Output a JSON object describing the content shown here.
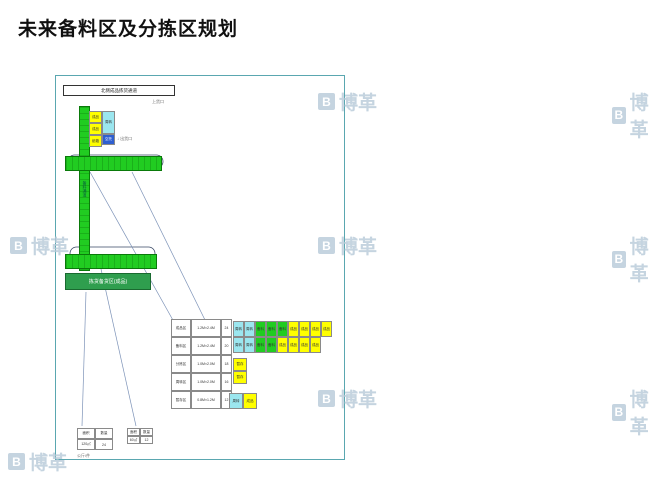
{
  "page": {
    "title": "未来备料区及分拣区规划"
  },
  "watermark": {
    "logo_letter": "B",
    "text": "博革"
  },
  "colors": {
    "green": "#21cc21",
    "dkgreen": "#2f9e4e",
    "yellow": "#ffff00",
    "cyan": "#9be6ef",
    "blue": "#2f5fd0",
    "wm": "#b6c9d8",
    "teal": "#5aa7b0"
  },
  "diagram": {
    "top_bar_label": "北侧成品拣货通道",
    "load_label": "上货口",
    "unload_label": "↓ 出货口",
    "v_area_label": "备料通道",
    "dark_bar_label": "拣货备货区(成品)",
    "blocks": {
      "yellow": [
        {
          "label": "成品",
          "color": "yellow"
        },
        {
          "label": "成品",
          "color": "yellow"
        },
        {
          "label": "纸箱",
          "color": "yellow"
        }
      ],
      "cyan_label": "周转",
      "blue_label": "空托"
    },
    "table": {
      "rows": [
        [
          "成品区",
          "1.2M×2.4M",
          "24"
        ],
        [
          "备料区",
          "1.2M×2.4M",
          "20"
        ],
        [
          "分拣区",
          "1.0M×2.0M",
          "18"
        ],
        [
          "周转区",
          "1.0M×2.0M",
          "16"
        ],
        [
          "暂存区",
          "0.8M×1.2M",
          "12"
        ]
      ]
    },
    "grid": {
      "rows": [
        {
          "cells": [
            {
              "label": "周转",
              "color": "cyan"
            },
            {
              "label": "周转",
              "color": "cyan"
            },
            {
              "label": "备料",
              "color": "green"
            },
            {
              "label": "备料",
              "color": "green"
            },
            {
              "label": "备料",
              "color": "green"
            },
            {
              "label": "成品",
              "color": "yellow"
            },
            {
              "label": "成品",
              "color": "yellow"
            },
            {
              "label": "成品",
              "color": "yellow"
            },
            {
              "label": "成品",
              "color": "yellow"
            }
          ]
        },
        {
          "cells": [
            {
              "label": "周转",
              "color": "cyan"
            },
            {
              "label": "周转",
              "color": "cyan"
            },
            {
              "label": "备料",
              "color": "green"
            },
            {
              "label": "备料",
              "color": "green"
            },
            {
              "label": "成品",
              "color": "yellow"
            },
            {
              "label": "成品",
              "color": "yellow"
            },
            {
              "label": "成品",
              "color": "yellow"
            },
            {
              "label": "成品",
              "color": "yellow"
            }
          ]
        }
      ]
    },
    "stack": {
      "cells": [
        {
          "label": "暂存",
          "color": "yellow"
        },
        {
          "label": "暂存",
          "color": "yellow"
        }
      ]
    },
    "pair": {
      "cells": [
        {
          "label": "周转",
          "color": "cyan"
        },
        {
          "label": "成品",
          "color": "yellow"
        }
      ]
    },
    "left_table_a": {
      "rows": [
        [
          "面积",
          "数量"
        ],
        [
          "120㎡",
          "24"
        ]
      ],
      "caption": "公斤/件"
    },
    "left_table_b": {
      "rows": [
        [
          "面积",
          "数量"
        ],
        [
          "60㎡",
          "12"
        ]
      ]
    }
  }
}
